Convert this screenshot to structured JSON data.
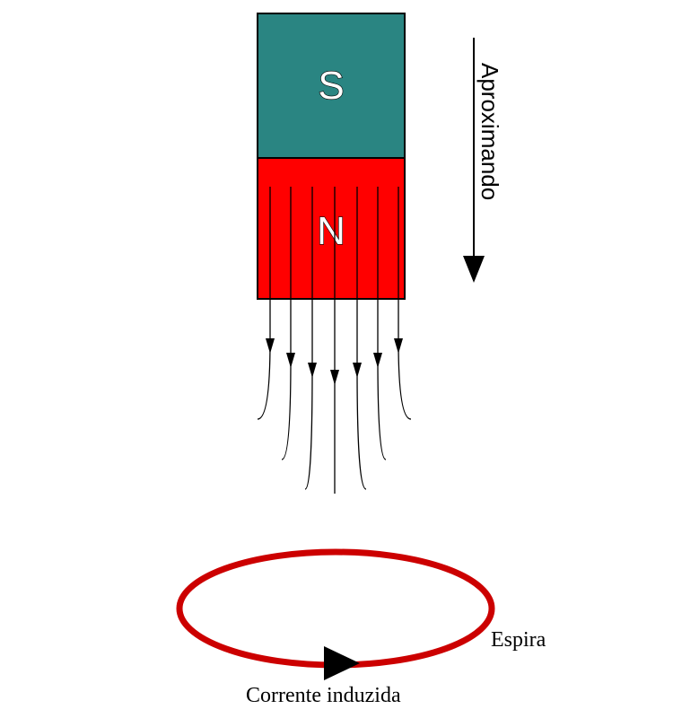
{
  "magnet": {
    "top_pole": "S",
    "bottom_pole": "N",
    "top_color": "#2a8582",
    "bottom_color": "#ff0000"
  },
  "motion_label": "Aproximando",
  "loop": {
    "label": "Espira",
    "color": "#cc0000"
  },
  "current_label": "Corrente induzida"
}
